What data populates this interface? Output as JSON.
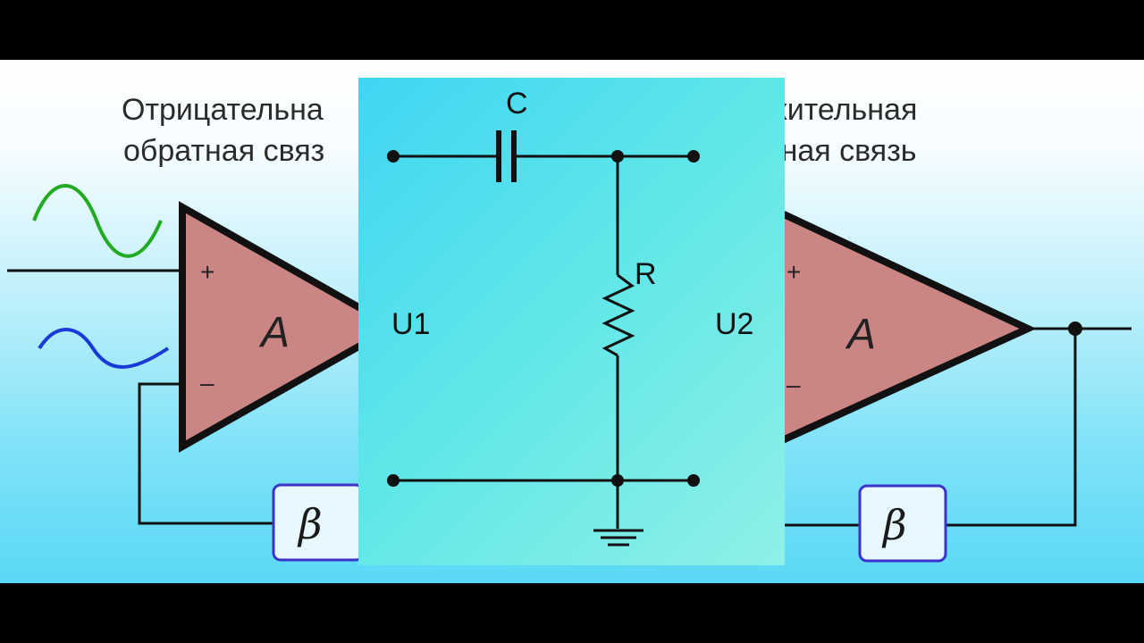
{
  "left_panel": {
    "caption_line1": "Отрицательна",
    "caption_line2": "обратная связ",
    "amp_label": "A",
    "plus": "+",
    "minus": "–",
    "beta": "β"
  },
  "right_panel": {
    "caption_line1": "жительная",
    "caption_line2": "тная связь",
    "amp_label": "A",
    "plus": "+",
    "minus": "–",
    "beta": "β"
  },
  "rc_circuit": {
    "capacitor_label": "C",
    "resistor_label": "R",
    "input_label": "U1",
    "output_label": "U2"
  },
  "colors": {
    "amp_fill": "#cc8585",
    "wave_green": "#22aa22",
    "wave_blue": "#1a3ad6",
    "beta_border": "#3a35c8"
  }
}
